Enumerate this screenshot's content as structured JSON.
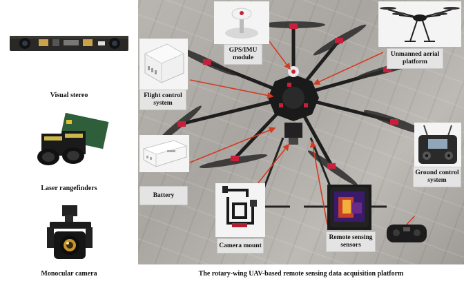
{
  "left_panel": {
    "visual_stereo": "Visual stereo",
    "laser_rangefinders": "Laser rangefinders",
    "monocular_camera": "Monocular camera"
  },
  "photo_labels": {
    "gps_imu": "GPS/IMU module",
    "unmanned_aerial_platform": "Unmanned aerial platform",
    "flight_control_system": "Flight control system",
    "battery": "Battery",
    "camera_mount": "Camera mount",
    "remote_sensing_sensors": "Remote sensing sensors",
    "ground_control_system": "Ground control system"
  },
  "main_caption": "The rotary-wing UAV-based remote sensing data acquisition platform",
  "colors": {
    "arrow": "#d23a22",
    "accent_red": "#c8203a"
  }
}
